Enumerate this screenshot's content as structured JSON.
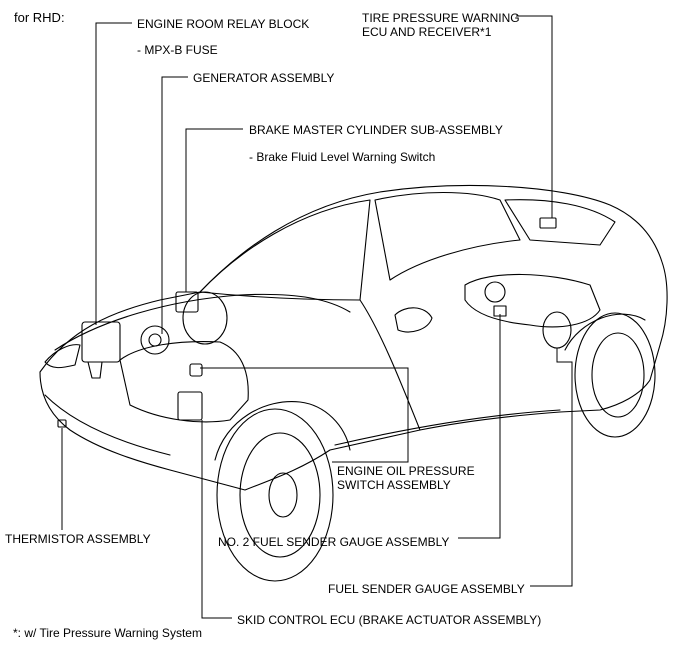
{
  "header": {
    "variant": "for RHD:"
  },
  "callouts": {
    "engine_room_relay_block": "ENGINE ROOM RELAY BLOCK",
    "mpx_b_fuse": "- MPX-B FUSE",
    "generator_assembly": "GENERATOR ASSEMBLY",
    "brake_master_cylinder": "BRAKE MASTER CYLINDER SUB-ASSEMBLY",
    "brake_fluid_level_switch": "- Brake Fluid Level Warning Switch",
    "tire_pressure_ecu": "TIRE PRESSURE WARNING\nECU AND RECEIVER*1",
    "engine_oil_pressure_switch": "ENGINE OIL PRESSURE\nSWITCH ASSEMBLY",
    "thermistor_assembly": "THERMISTOR ASSEMBLY",
    "no2_fuel_sender_gauge": "NO. 2 FUEL SENDER GAUGE ASSEMBLY",
    "fuel_sender_gauge": "FUEL SENDER GAUGE ASSEMBLY",
    "skid_control_ecu": "SKID CONTROL ECU (BRAKE ACTUATOR ASSEMBLY)"
  },
  "footnote": "*: w/ Tire Pressure Warning System"
}
